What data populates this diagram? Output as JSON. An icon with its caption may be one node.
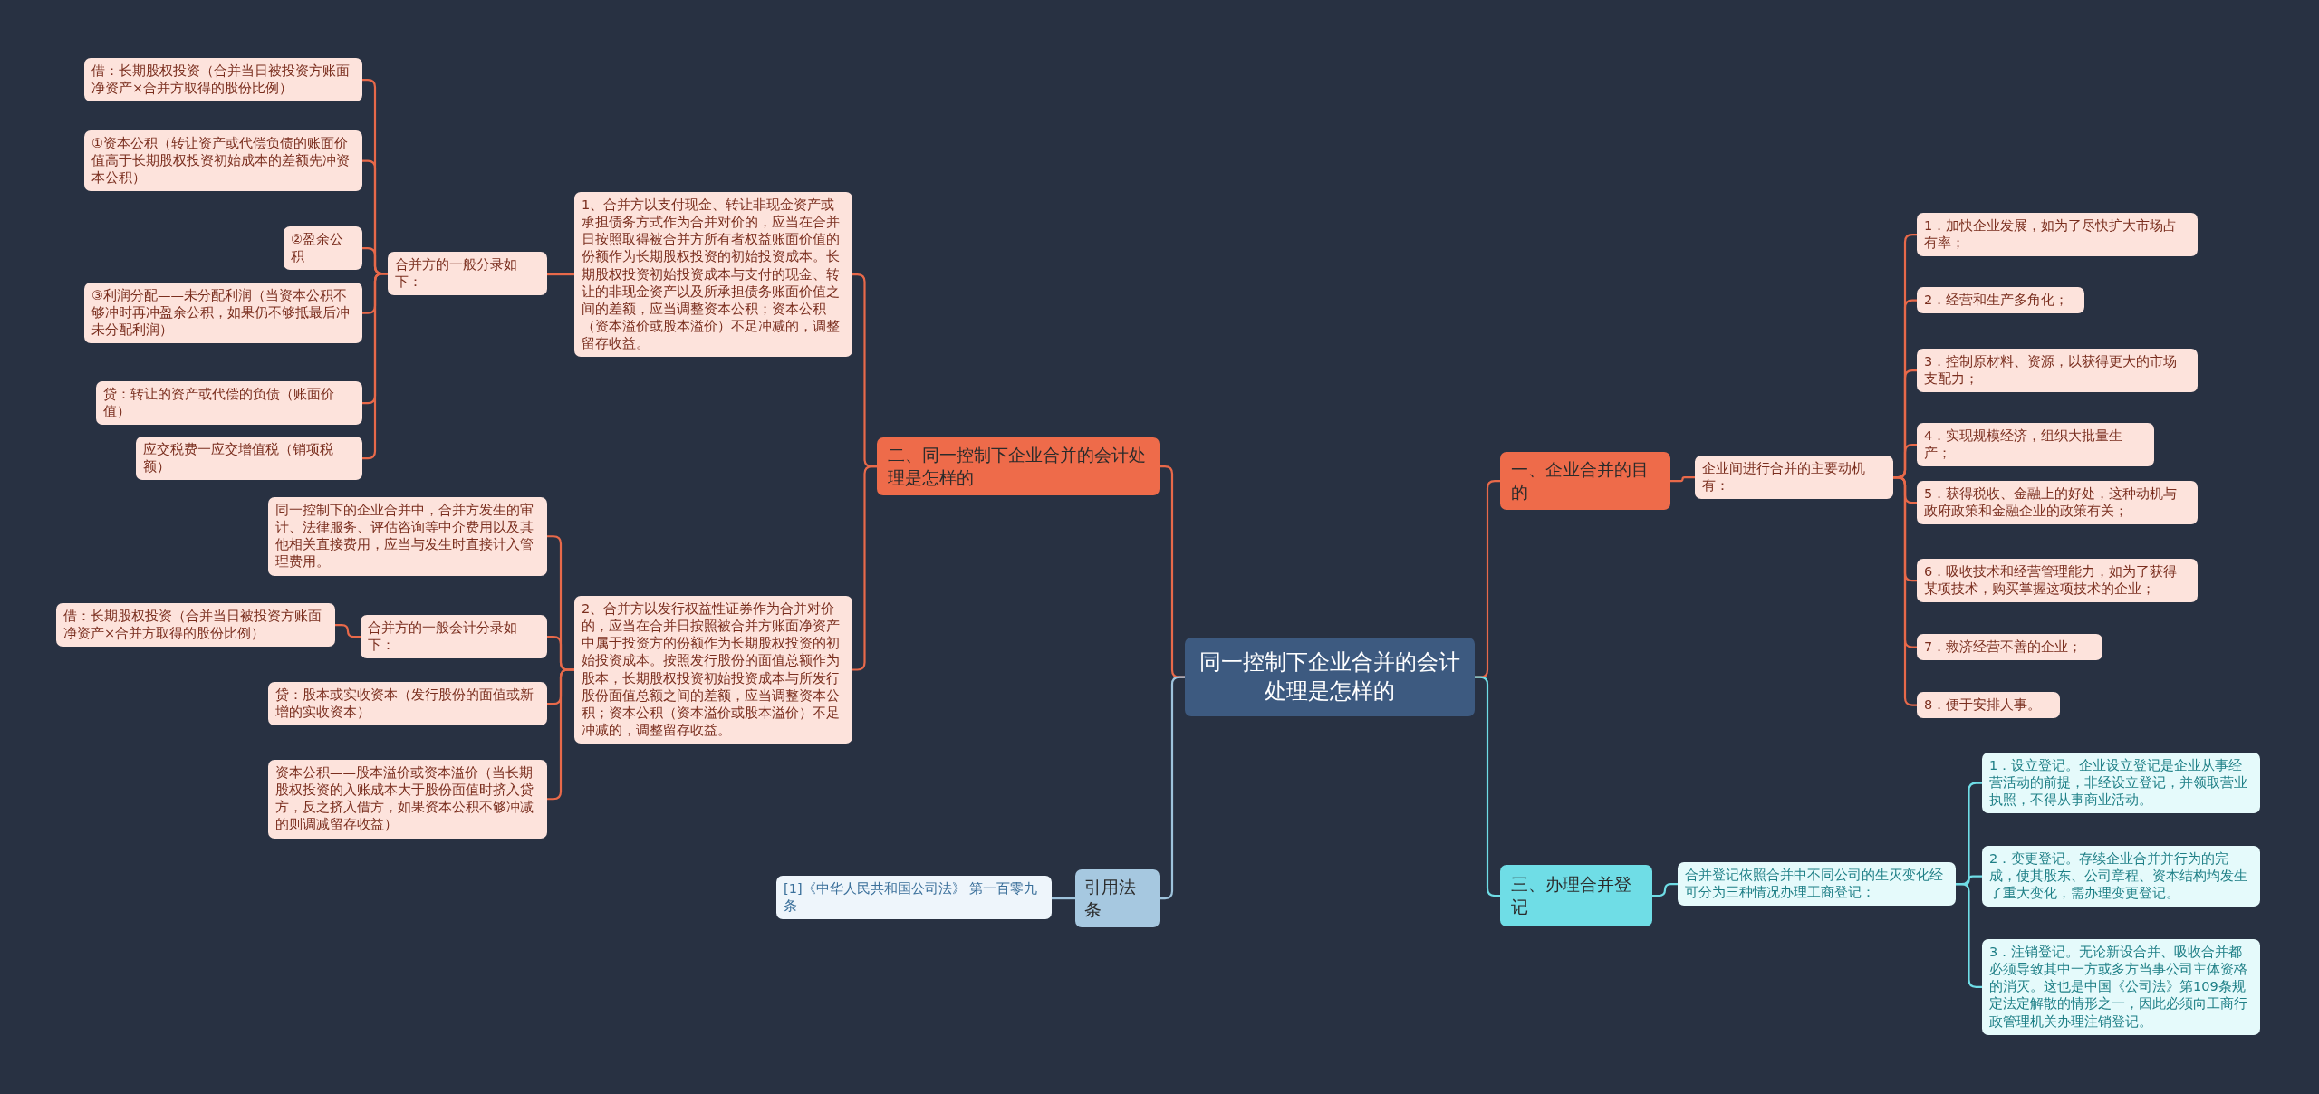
{
  "diagram": {
    "nodes": [
      {
        "text": [
          "同一控制下企业合并的会计处理是怎样的"
        ]
      },
      {
        "text": [
          "二、同一控制下企业合并的会计处理是怎样的"
        ]
      },
      {
        "text": [
          "1、合并方以支付现金、转让非现金资产或承担债务方式作为合并对价的，应当在合并日按照取得被合并方所有者权益账面价值的份额作为长期股权投资的初始投资成本。长期股权投资初始投资成本与支付的现金、转让的非现金资产以及所承担债务账面价值之间的差额，应当调整资本公积；资本公积（资本溢价或股本溢价）不足冲减的，调整留存收益。"
        ]
      },
      {
        "text": [
          "合并方的一般分录如下："
        ]
      },
      {
        "text": [
          "借：长期股权投资（合并当日被投资方账面净资产×合并方取得的股份比例）"
        ]
      },
      {
        "text": [
          "①资本公积（转让资产或代偿负债的账面价值高于长期股权投资初始成本的差额先冲资本公积）"
        ]
      },
      {
        "text": [
          "②盈余公积"
        ]
      },
      {
        "text": [
          "③利润分配——未分配利润（当资本公积不够冲时再冲盈余公积，如果仍不够抵最后冲未分配利润）"
        ]
      },
      {
        "text": [
          "贷：转让的资产或代偿的负债（账面价值）"
        ]
      },
      {
        "text": [
          "应交税费一应交增值税（销项税额）"
        ]
      },
      {
        "text": [
          "2、合并方以发行权益性证券作为合并对价的，应当在合并日按照被合并方账面净资产中属于投资方的份额作为长期股权投资的初始投资成本。按照发行股份的面值总额作为股本，长期股权投资初始投资成本与所发行股份面值总额之间的差额，应当调整资本公积；资本公积（资本溢价或股本溢价）不足冲减的，调整留存收益。"
        ]
      },
      {
        "text": [
          "同一控制下的企业合并中，合并方发生的审计、法律服务、评估咨询等中介费用以及其他相关直接费用，应当与发生时直接计入管理费用。"
        ]
      },
      {
        "text": [
          "合并方的一般会计分录如下："
        ]
      },
      {
        "text": [
          "借：长期股权投资（合并当日被投资方账面净资产×合并方取得的股份比例）"
        ]
      },
      {
        "text": [
          "贷：股本或实收资本（发行股份的面值或新增的实收资本）"
        ]
      },
      {
        "text": [
          "资本公积——股本溢价或资本溢价（当长期股权投资的入账成本大于股份面值时挤入贷方，反之挤入借方，如果资本公积不够冲减的则调减留存收益）"
        ]
      },
      {
        "text": [
          "引用法条"
        ]
      },
      {
        "text": [
          "[1]《中华人民共和国公司法》 第一百零九条"
        ]
      },
      {
        "text": [
          "一、企业合并的目的"
        ]
      },
      {
        "text": [
          "企业间进行合并的主要动机有："
        ]
      },
      {
        "text": [
          "1．加快企业发展，如为了尽快扩大市场占有率；"
        ]
      },
      {
        "text": [
          "2．经营和生产多角化；"
        ]
      },
      {
        "text": [
          "3．控制原材料、资源，以获得更大的市场支配力；"
        ]
      },
      {
        "text": [
          "4．实现规模经济，组织大批量生产；"
        ]
      },
      {
        "text": [
          "5．获得税收、金融上的好处，这种动机与政府政策和金融企业的政策有关；"
        ]
      },
      {
        "text": [
          "6．吸收技术和经营管理能力，如为了获得某项技术，购买掌握这项技术的企业；"
        ]
      },
      {
        "text": [
          "7．救济经营不善的企业；"
        ]
      },
      {
        "text": [
          "8．便于安排人事。"
        ]
      },
      {
        "text": [
          "三、办理合并登记"
        ]
      },
      {
        "text": [
          "合并登记依照合并中不同公司的生灭变化经可分为三种情况办理工商登记："
        ]
      },
      {
        "text": [
          "1．设立登记。企业设立登记是企业从事经营活动的前提，非经设立登记，并领取营业执照，不得从事商业活动。"
        ]
      },
      {
        "text": [
          "2．变更登记。存续企业合并并行为的完成，使其股东、公司章程、资本结构均发生了重大变化，需办理变更登记。"
        ]
      },
      {
        "text": [
          "3．注销登记。无论新设合并、吸收合并都必须导致其中一方或多方当事公司主体资格的消灭。这也是中国《公司法》第109条规定法定解散的情形之一，因此必须向工商行政管理机关办理注销登记。"
        ]
      }
    ],
    "edges": [
      {
        "from": 0,
        "to": 1,
        "arrow": "none"
      },
      {
        "from": 1,
        "to": 2,
        "arrow": "none"
      },
      {
        "from": 2,
        "to": 3,
        "arrow": "none"
      },
      {
        "from": 3,
        "to": 4,
        "arrow": "none"
      },
      {
        "from": 3,
        "to": 5,
        "arrow": "none"
      },
      {
        "from": 3,
        "to": 6,
        "arrow": "none"
      },
      {
        "from": 3,
        "to": 7,
        "arrow": "none"
      },
      {
        "from": 3,
        "to": 8,
        "arrow": "none"
      },
      {
        "from": 3,
        "to": 9,
        "arrow": "none"
      },
      {
        "from": 1,
        "to": 10,
        "arrow": "none"
      },
      {
        "from": 10,
        "to": 11,
        "arrow": "none"
      },
      {
        "from": 10,
        "to": 12,
        "arrow": "none"
      },
      {
        "from": 12,
        "to": 13,
        "arrow": "none"
      },
      {
        "from": 10,
        "to": 14,
        "arrow": "none"
      },
      {
        "from": 10,
        "to": 15,
        "arrow": "none"
      },
      {
        "from": 0,
        "to": 16,
        "arrow": "none",
        "color": "#9ec3dc"
      },
      {
        "from": 16,
        "to": 17,
        "arrow": "none",
        "color": "#9ec3dc"
      },
      {
        "from": 0,
        "to": 18,
        "arrow": "none"
      },
      {
        "from": 18,
        "to": 19,
        "arrow": "none"
      },
      {
        "from": 19,
        "to": 20,
        "arrow": "none"
      },
      {
        "from": 19,
        "to": 21,
        "arrow": "none"
      },
      {
        "from": 19,
        "to": 22,
        "arrow": "none"
      },
      {
        "from": 19,
        "to": 23,
        "arrow": "none"
      },
      {
        "from": 19,
        "to": 24,
        "arrow": "none"
      },
      {
        "from": 19,
        "to": 25,
        "arrow": "none"
      },
      {
        "from": 19,
        "to": 26,
        "arrow": "none"
      },
      {
        "from": 19,
        "to": 27,
        "arrow": "none"
      },
      {
        "from": 0,
        "to": 28,
        "arrow": "none",
        "color": "#6fdde6"
      },
      {
        "from": 28,
        "to": 29,
        "arrow": "none",
        "color": "#6fdde6"
      },
      {
        "from": 29,
        "to": 30,
        "arrow": "none",
        "color": "#6fdde6"
      },
      {
        "from": 29,
        "to": 31,
        "arrow": "none",
        "color": "#6fdde6"
      },
      {
        "from": 29,
        "to": 32,
        "arrow": "none",
        "color": "#6fdde6"
      }
    ]
  }
}
